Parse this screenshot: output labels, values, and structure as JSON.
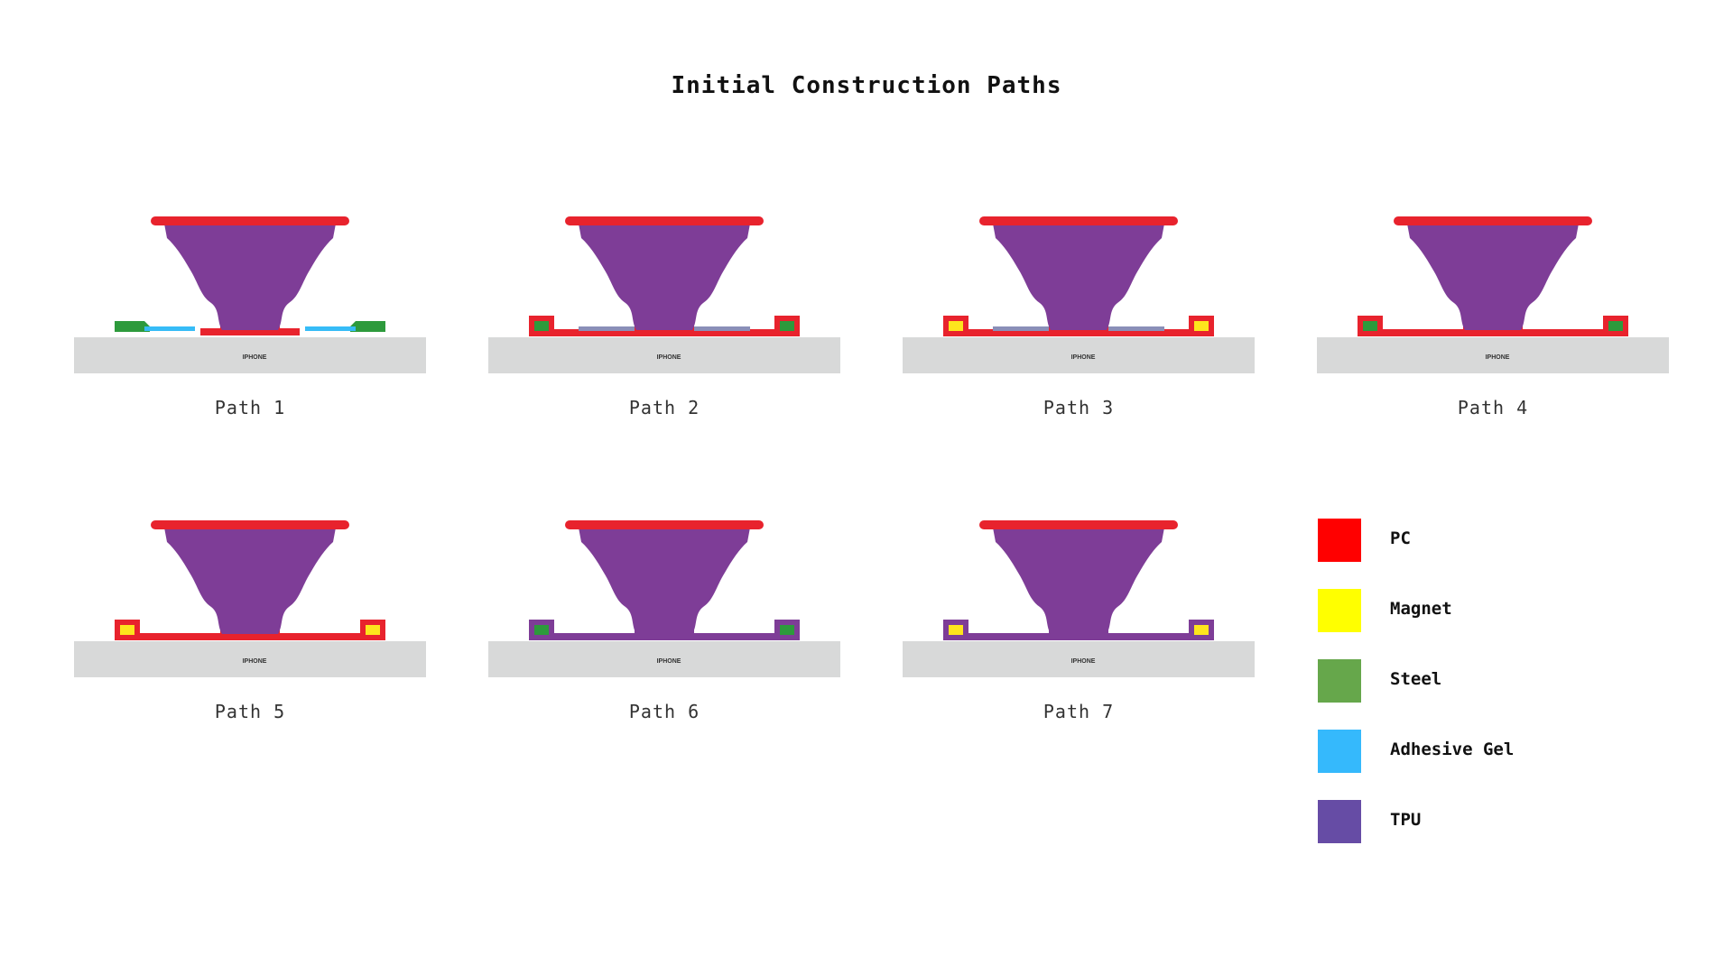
{
  "title": "Initial Construction Paths",
  "phone_label": "IPHONE",
  "colors": {
    "pc": "#e8232d",
    "magnet": "#fde51d",
    "steel": "#2d9a3c",
    "adhesive_gel": "#36bcf7",
    "tpu": "#7e3d97",
    "phone": "#d8d9d9"
  },
  "paths": [
    {
      "label": "Path 1",
      "variant": "steel-gel-tabs"
    },
    {
      "label": "Path 2",
      "variant": "steel-boxed-gel"
    },
    {
      "label": "Path 3",
      "variant": "magnet-boxed-gel"
    },
    {
      "label": "Path 4",
      "variant": "steel-boxed"
    },
    {
      "label": "Path 5",
      "variant": "magnet-boxed"
    },
    {
      "label": "Path 6",
      "variant": "steel-tpu"
    },
    {
      "label": "Path 7",
      "variant": "magnet-tpu"
    }
  ],
  "legend": [
    {
      "label": "PC",
      "color": "#ff0000",
      "icon": "pc-swatch"
    },
    {
      "label": "Magnet",
      "color": "#ffff00",
      "icon": "magnet-swatch"
    },
    {
      "label": "Steel",
      "color": "#66a74b",
      "icon": "steel-swatch"
    },
    {
      "label": "Adhesive Gel",
      "color": "#35b9fc",
      "icon": "adhesive-gel-swatch"
    },
    {
      "label": "TPU",
      "color": "#664ca5",
      "icon": "tpu-swatch"
    }
  ]
}
